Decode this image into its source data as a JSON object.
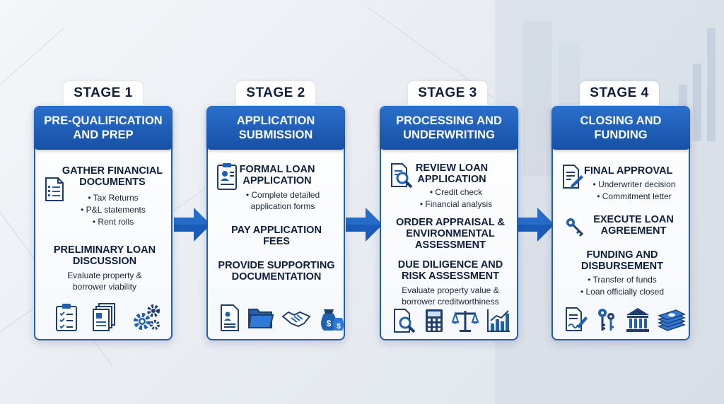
{
  "stages": [
    {
      "tab": "STAGE 1",
      "title": "PRE-QUALIFICATION AND PREP",
      "sections": [
        {
          "heading": "GATHER FINANCIAL DOCUMENTS",
          "bullets": [
            "• Tax Returns",
            "• P&L statements",
            "• Rent rolls"
          ]
        },
        {
          "heading": "PRELIMINARY LOAN DISCUSSION",
          "text": "Evaluate property & borrower viability"
        }
      ],
      "footer_icons": [
        "clipboard-checklist-icon",
        "documents-stack-icon",
        "gears-icon"
      ]
    },
    {
      "tab": "STAGE 2",
      "title": "APPLICATION SUBMISSION",
      "sections": [
        {
          "heading": "FORMAL LOAN APPLICATION",
          "bullets": [
            "• Complete detailed application forms"
          ]
        },
        {
          "heading": "PAY APPLICATION FEES"
        },
        {
          "heading": "PROVIDE SUPPORTING DOCUMENTATION"
        }
      ],
      "footer_icons": [
        "id-document-icon",
        "folder-icon",
        "handshake-icon",
        "money-bags-icon"
      ]
    },
    {
      "tab": "STAGE 3",
      "title": "PROCESSING AND UNDERWRITING",
      "sections": [
        {
          "heading": "REVIEW LOAN APPLICATION",
          "bullets": [
            "• Credit check",
            "• Financial analysis"
          ]
        },
        {
          "heading": "ORDER APPRAISAL & ENVIRONMENTAL ASSESSMENT"
        },
        {
          "heading": "DUE DILIGENCE AND RISK ASSESSMENT",
          "text": "Evaluate property value & borrower creditworthiness"
        }
      ],
      "footer_icons": [
        "document-search-icon",
        "calculator-icon",
        "scales-icon",
        "bar-chart-icon"
      ]
    },
    {
      "tab": "STAGE 4",
      "title": "CLOSING AND FUNDING",
      "sections": [
        {
          "heading": "FINAL APPROVAL",
          "bullets": [
            "• Underwriter decision",
            "• Commitment letter"
          ]
        },
        {
          "heading": "EXECUTE LOAN AGREEMENT"
        },
        {
          "heading": "FUNDING AND DISBURSEMENT",
          "bullets": [
            "• Transfer of funds",
            "• Loan officially closed"
          ]
        }
      ],
      "footer_icons": [
        "signed-document-icon",
        "keys-icon",
        "bank-icon",
        "cash-stack-icon"
      ]
    }
  ],
  "colors": {
    "primary": "#1f5fb4",
    "header": "#1650a6",
    "text": "#0d1f3c",
    "arrow": "#1a5cb8"
  }
}
